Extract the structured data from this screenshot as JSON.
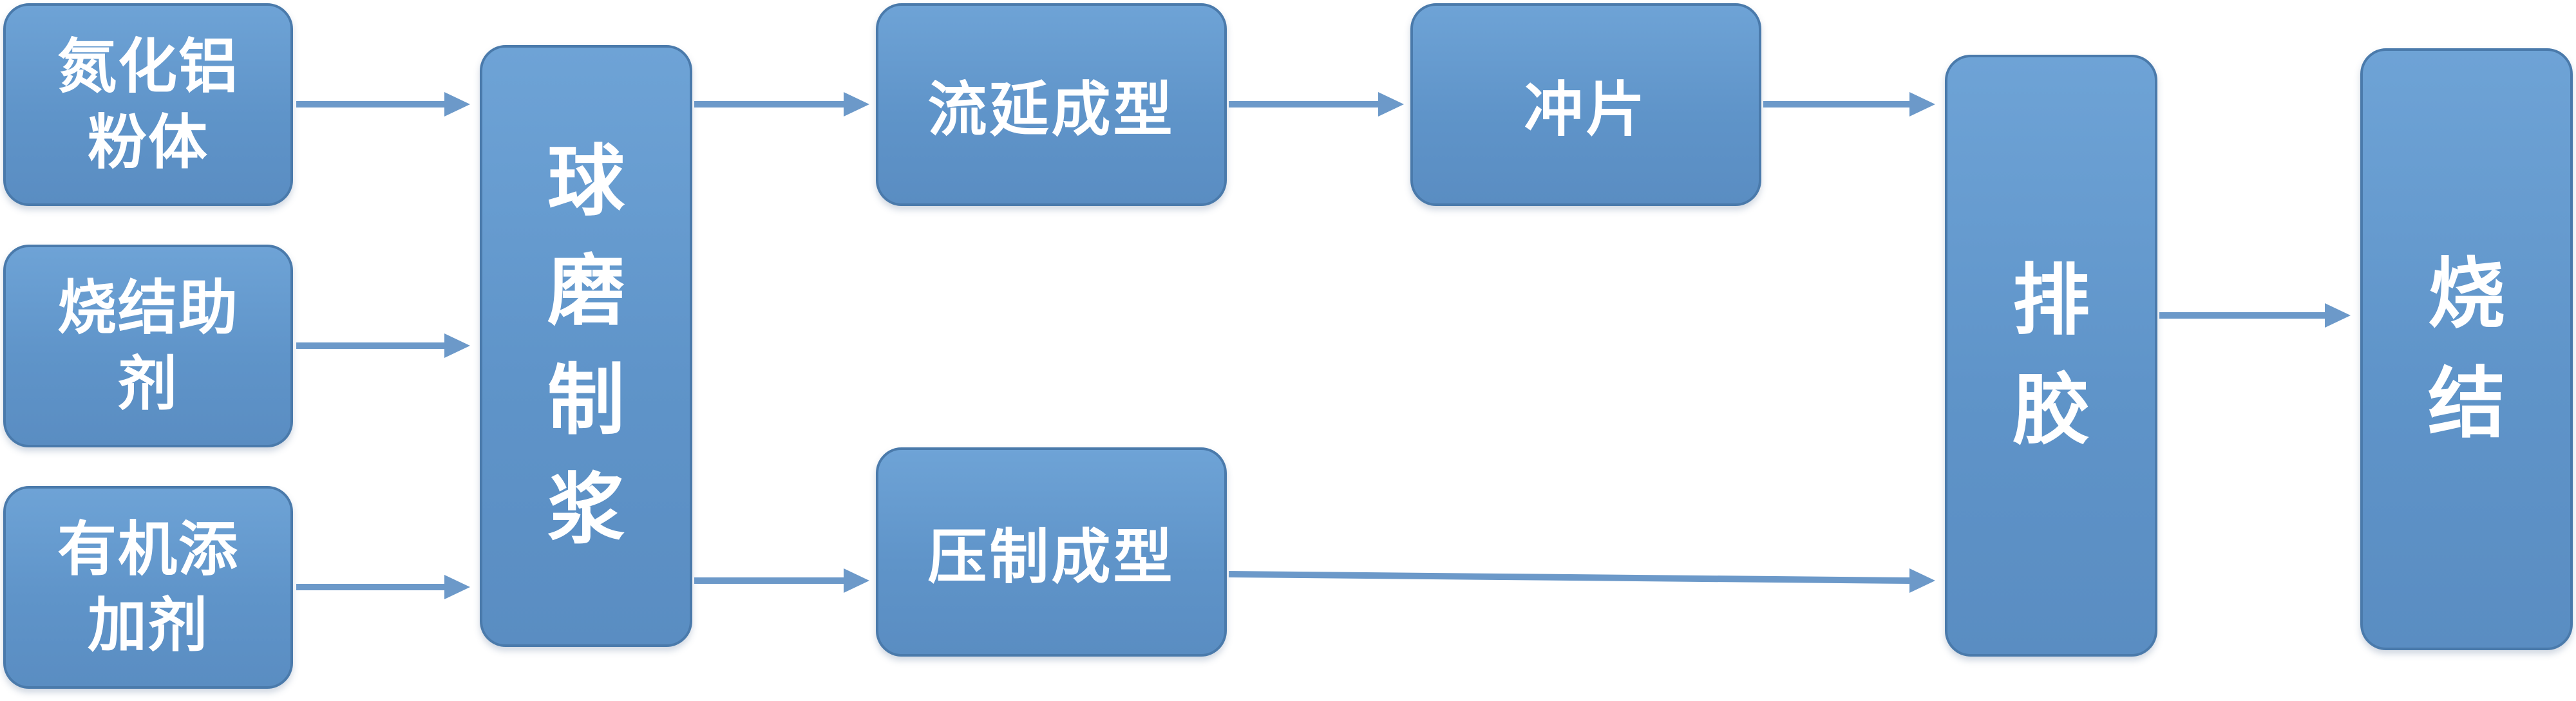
{
  "inputs": {
    "aln_powder": "氮化铝粉体",
    "sintering_aid": "烧结助剂",
    "organic_additive": "有机添加剂"
  },
  "process": {
    "ball_milling": "球磨制浆",
    "tape_casting": "流延成型",
    "punching": "冲片",
    "press_forming": "压制成型",
    "debinding": "排胶",
    "sintering": "烧结"
  },
  "colors": {
    "box_fill": "#5f94c9",
    "box_border": "#4a7aab",
    "arrow": "#6c99c9",
    "text": "#ffffff"
  }
}
